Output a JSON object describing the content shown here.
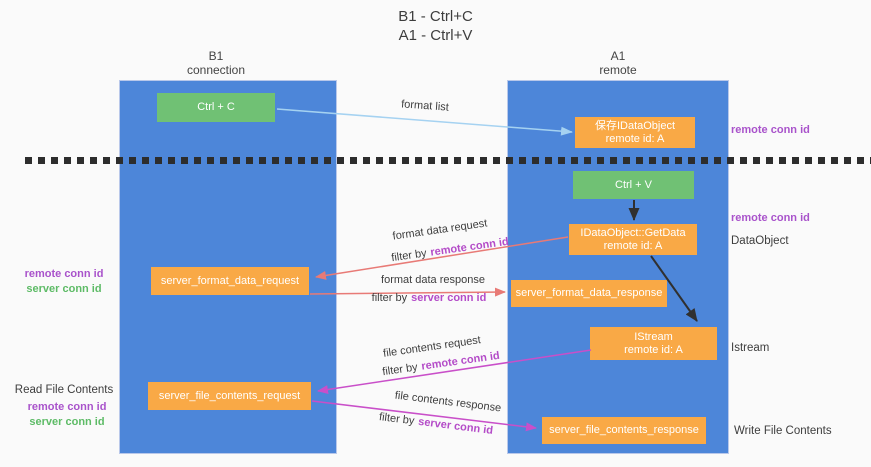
{
  "title": {
    "line1": "B1 - Ctrl+C",
    "line2": "A1 - Ctrl+V"
  },
  "columns": {
    "left": {
      "name": "B1",
      "role": "connection"
    },
    "right": {
      "name": "A1",
      "role": "remote"
    }
  },
  "boxes": {
    "ctrl_c": "Ctrl + C",
    "ctrl_v": "Ctrl + V",
    "save_dataobject": {
      "line1": "保存IDataObject",
      "line2": "remote id: A"
    },
    "getdata": {
      "line1": "IDataObject::GetData",
      "line2": "remote id: A"
    },
    "istream": {
      "line1": "IStream",
      "line2": "remote id: A"
    },
    "format_request": "server_format_data_request",
    "format_response": "server_format_data_response",
    "file_request": "server_file_contents_request",
    "file_response": "server_file_contents_response"
  },
  "arrow_labels": {
    "format_list": "format list",
    "format_request": {
      "line1": "format data request",
      "filter": "filter by",
      "conn": "remote conn id"
    },
    "format_response": {
      "line1": "format data response",
      "filter": "filter by",
      "conn": "server conn id"
    },
    "file_request": {
      "line1": "file contents request",
      "filter": "filter by",
      "conn": "remote conn id"
    },
    "file_response": {
      "line1": "file contents response",
      "filter": "filter by",
      "conn": "server conn id"
    }
  },
  "side_labels": {
    "right_conn_top": "remote conn id",
    "right_conn_mid": "remote conn id",
    "right_dataobject": "DataObject",
    "right_istream": "Istream",
    "right_write": "Write File Contents",
    "left_remote_1": "remote conn id",
    "left_server_1": "server conn id",
    "left_read": "Read File Contents",
    "left_remote_2": "remote conn id",
    "left_server_2": "server conn id"
  },
  "colors": {
    "lane_blue": "#4d86d9",
    "box_orange": "#f9a946",
    "box_green": "#70c174",
    "arrow_red": "#e87a76",
    "arrow_magenta": "#c94fc9",
    "arrow_light_blue": "#a5d2f1",
    "arrow_black": "#303030",
    "label_purple": "#a953cb",
    "label_green": "#5dbb66"
  }
}
